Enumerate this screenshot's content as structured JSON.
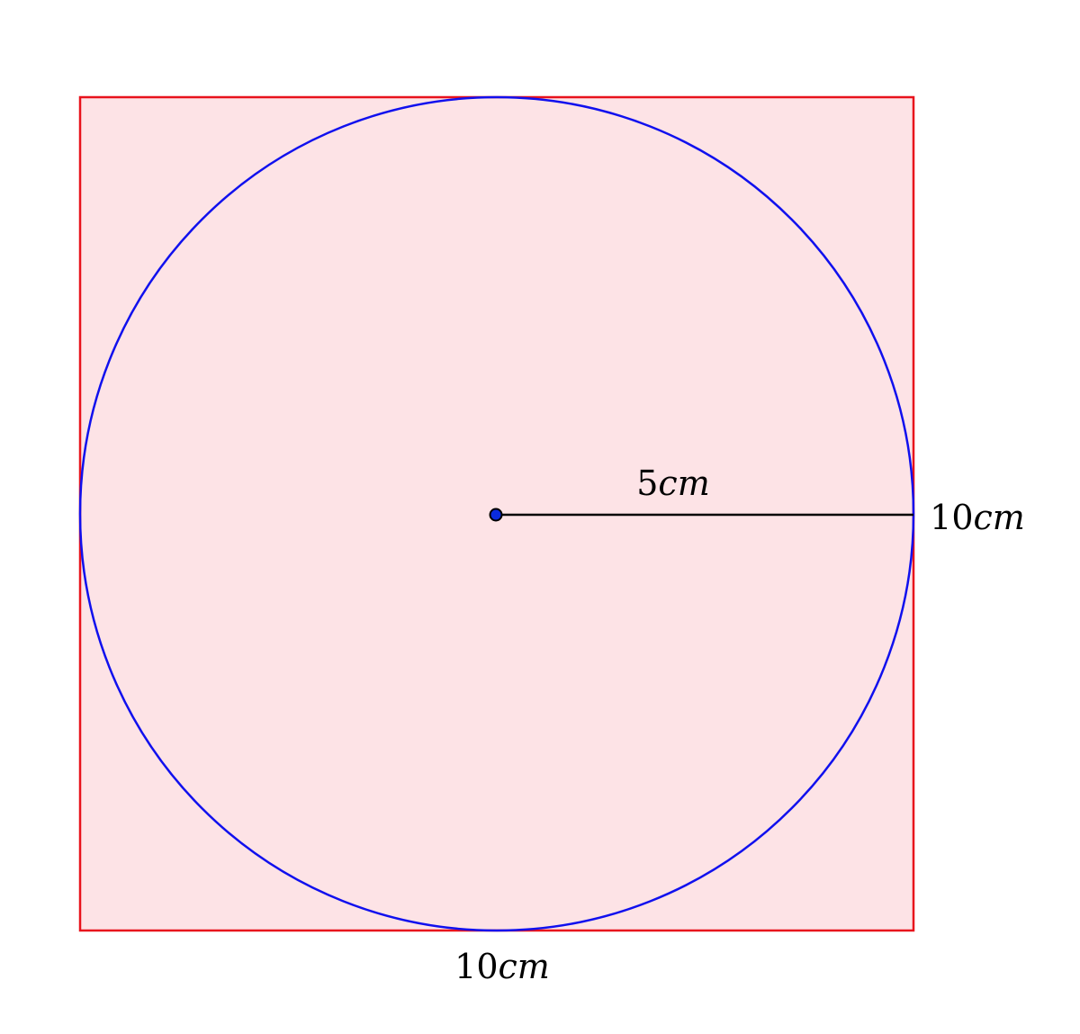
{
  "diagram": {
    "colors": {
      "square_stroke": "#e8121c",
      "square_fill": "#fde3e6",
      "circle_stroke": "#1010ee",
      "radius_line": "#000000",
      "center_point_fill": "#0a2bdd",
      "center_point_stroke": "#000000"
    },
    "labels": {
      "radius": {
        "number": "5",
        "unit": "cm"
      },
      "side_right": {
        "number": "10",
        "unit": "cm"
      },
      "side_bottom": {
        "number": "10",
        "unit": "cm"
      }
    }
  }
}
